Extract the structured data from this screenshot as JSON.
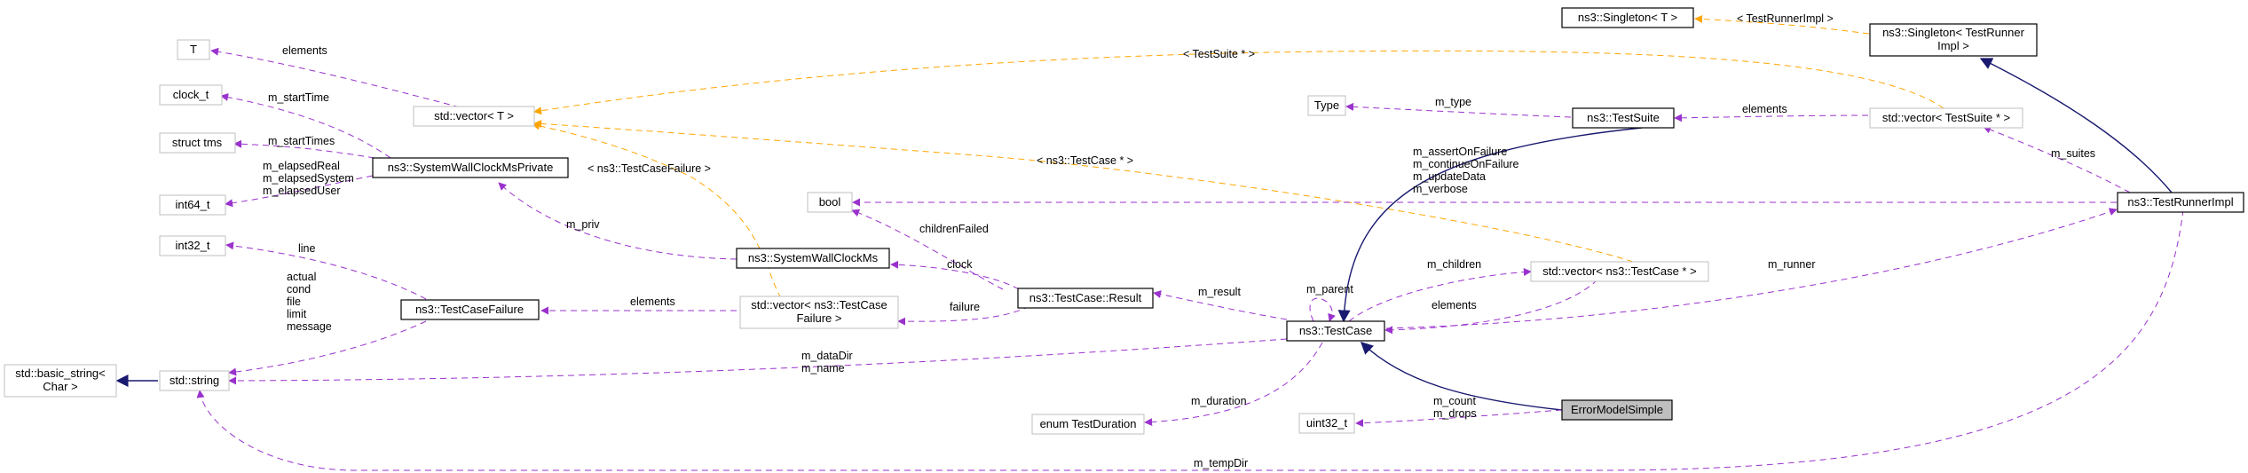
{
  "nodes": {
    "t": "T",
    "clock_t": "clock_t",
    "struct_tms": "struct tms",
    "int64_t": "int64_t",
    "int32_t": "int32_t",
    "basic_string_l1": "std::basic_string<",
    "basic_string_l2": "Char >",
    "std_string": "std::string",
    "std_vector_t": "std::vector< T >",
    "swcmp": "ns3::SystemWallClockMsPrivate",
    "bool": "bool",
    "swcm": "ns3::SystemWallClockMs",
    "tcf": "ns3::TestCaseFailure",
    "vec_tcf_l1": "std::vector< ns3::TestCase",
    "vec_tcf_l2": "Failure >",
    "tc_result": "ns3::TestCase::Result",
    "test_case": "ns3::TestCase",
    "enum_td": "enum TestDuration",
    "uint32_t": "uint32_t",
    "error_model": "ErrorModelSimple",
    "type": "Type",
    "test_suite": "ns3::TestSuite",
    "vec_tc": "std::vector< ns3::TestCase * >",
    "singleton_t": "ns3::Singleton< T >",
    "singleton_tri_l1": "ns3::Singleton< TestRunner",
    "singleton_tri_l2": "Impl >",
    "vec_ts": "std::vector< TestSuite * >",
    "test_runner_impl": "ns3::TestRunnerImpl"
  },
  "labels": {
    "elements_t": "elements",
    "m_start_time": "m_startTime",
    "m_start_times": "m_startTimes",
    "m_elapsed_real": "m_elapsedReal",
    "m_elapsed_system": "m_elapsedSystem",
    "m_elapsed_user": "m_elapsedUser",
    "m_priv": "m_priv",
    "tpl_tcf": "< ns3::TestCaseFailure >",
    "line": "line",
    "actual": "actual",
    "cond": "cond",
    "file": "file",
    "limit": "limit",
    "message": "message",
    "elements_tcf": "elements",
    "failure": "failure",
    "children_failed": "childrenFailed",
    "clock": "clock",
    "m_result": "m_result",
    "m_parent": "m_parent",
    "m_children": "m_children",
    "elements_tc": "elements",
    "tpl_tc": "< ns3::TestCase * >",
    "tpl_ts": "< TestSuite * >",
    "tpl_tri": "< TestRunnerImpl >",
    "m_type": "m_type",
    "elements_ts": "elements",
    "m_suites": "m_suites",
    "m_assert_on_failure": "m_assertOnFailure",
    "m_continue_on_failure": "m_continueOnFailure",
    "m_update_data": "m_updateData",
    "m_verbose": "m_verbose",
    "m_runner": "m_runner",
    "m_data_dir": "m_dataDir",
    "m_name": "m_name",
    "m_duration": "m_duration",
    "m_count": "m_count",
    "m_drops": "m_drops",
    "m_temp_dir": "m_tempDir"
  },
  "colors": {
    "member_edge": "#9a32cd",
    "template_edge": "#ffa500",
    "inheritance_edge": "#191970",
    "focus_fill": "#bfbfbf"
  }
}
